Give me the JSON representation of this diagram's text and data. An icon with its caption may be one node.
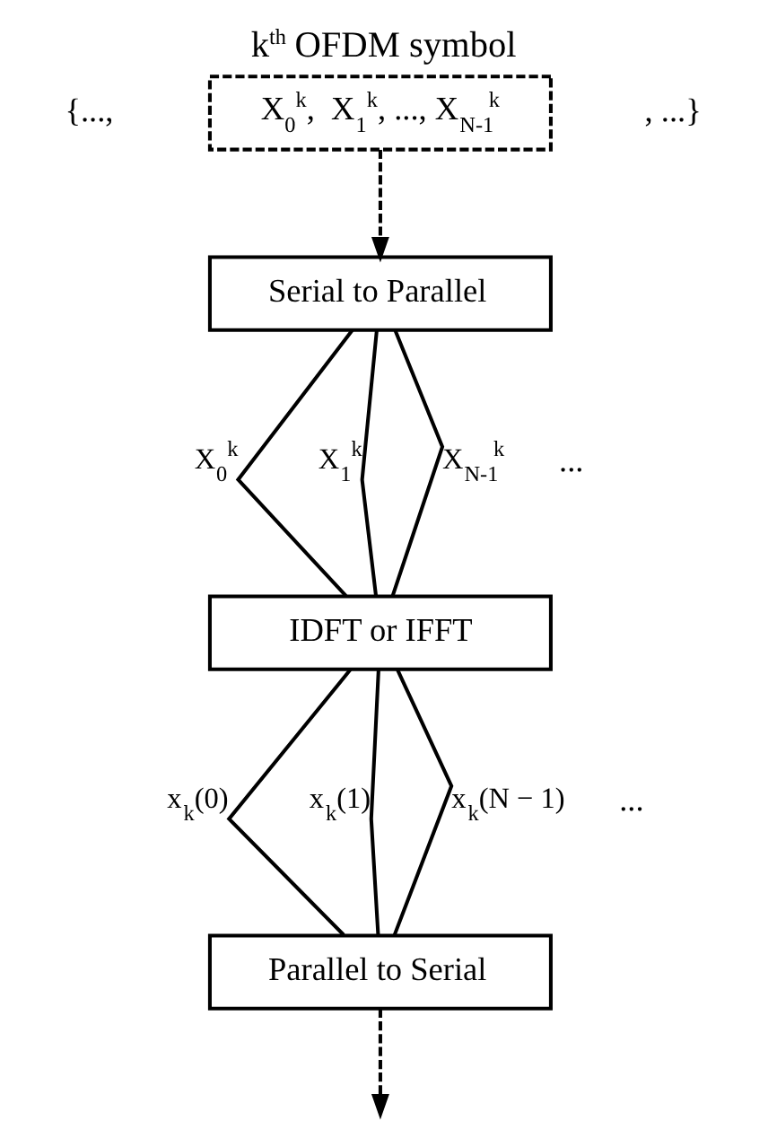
{
  "diagram": {
    "title": "k$^{th}$ OFDM symbol",
    "nodes": [
      {
        "text": [
          "X$_{0}$$^{k}$,  X$_{1}$$^{k}$, ..., X$_{N-1}$$^{k}$"
        ],
        "beside": [
          "{...,",
          ", ...}"
        ]
      },
      {
        "text": [
          "Serial to Parallel"
        ]
      },
      {
        "text": [
          "IDFT or IFFT"
        ]
      },
      {
        "text": [
          "Parallel to Serial"
        ]
      }
    ],
    "edges": [
      {
        "from": 0,
        "to": 1,
        "arrow": "to",
        "style": "dashed"
      },
      {
        "from": 1,
        "to": 2,
        "arrow": "none",
        "label": "X$_{0}$$^{k}$"
      },
      {
        "from": 1,
        "to": 2,
        "arrow": "none",
        "label": "X$_{1}$$^{k}$"
      },
      {
        "from": 1,
        "to": 2,
        "arrow": "none",
        "label": "X$_{N-1}$$^{k}$"
      },
      {
        "from": 2,
        "to": 3,
        "arrow": "none",
        "label": "x$_{k}$(0)"
      },
      {
        "from": 2,
        "to": 3,
        "arrow": "none",
        "label": "x$_{k}$(1)"
      },
      {
        "from": 2,
        "to": 3,
        "arrow": "none",
        "label": "x$_{k}$(N − 1)"
      },
      {
        "from": 3,
        "to": null,
        "arrow": "to",
        "style": "dashed"
      }
    ],
    "labels": [
      "...",
      "..."
    ]
  }
}
